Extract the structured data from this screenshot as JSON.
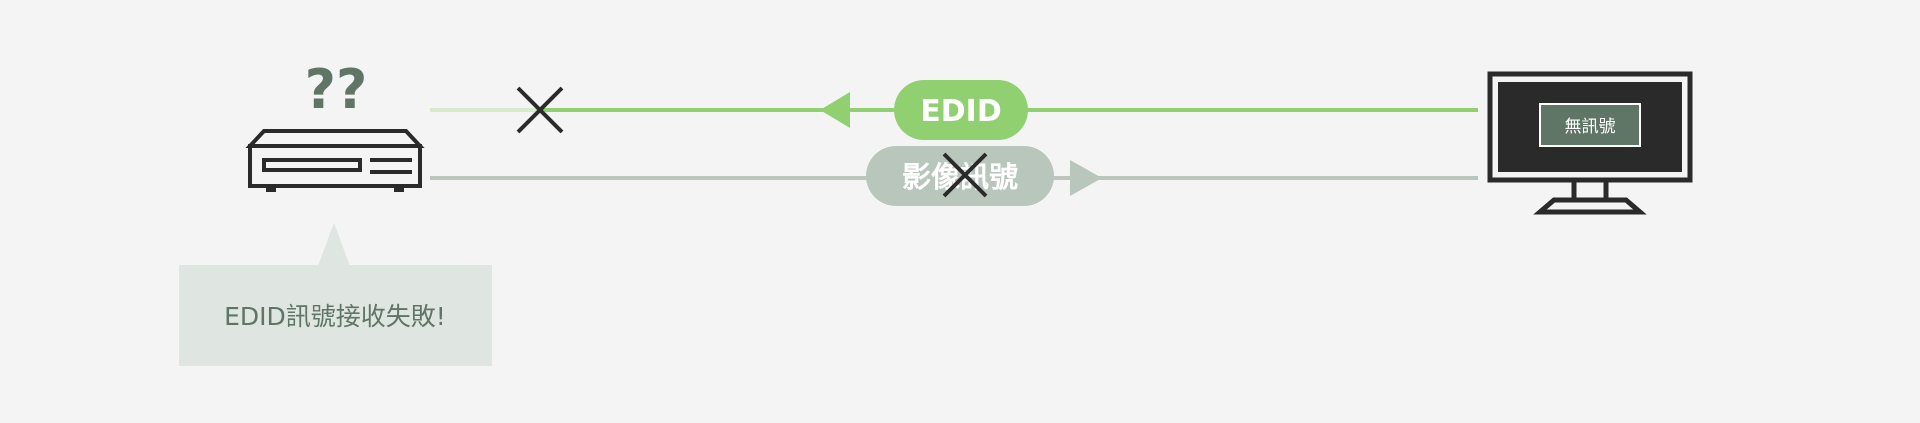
{
  "source_device": {
    "status_symbol": "??"
  },
  "edid_link": {
    "label": "EDID",
    "direction": "to-source",
    "state": "failed",
    "color": "#90d070"
  },
  "video_link": {
    "label": "影像訊號",
    "direction": "to-display",
    "state": "failed",
    "color": "#b8c6bc"
  },
  "display": {
    "screen_text": "無訊號"
  },
  "callout": {
    "text": "EDID訊號接收失敗!"
  },
  "colors": {
    "background": "#f4f4f4",
    "edid_green": "#90d070",
    "video_gray": "#b8c6bc",
    "icon_dark": "#2a2a2a",
    "symbol_green": "#5f7566",
    "callout_bg": "#dfe5e0"
  }
}
